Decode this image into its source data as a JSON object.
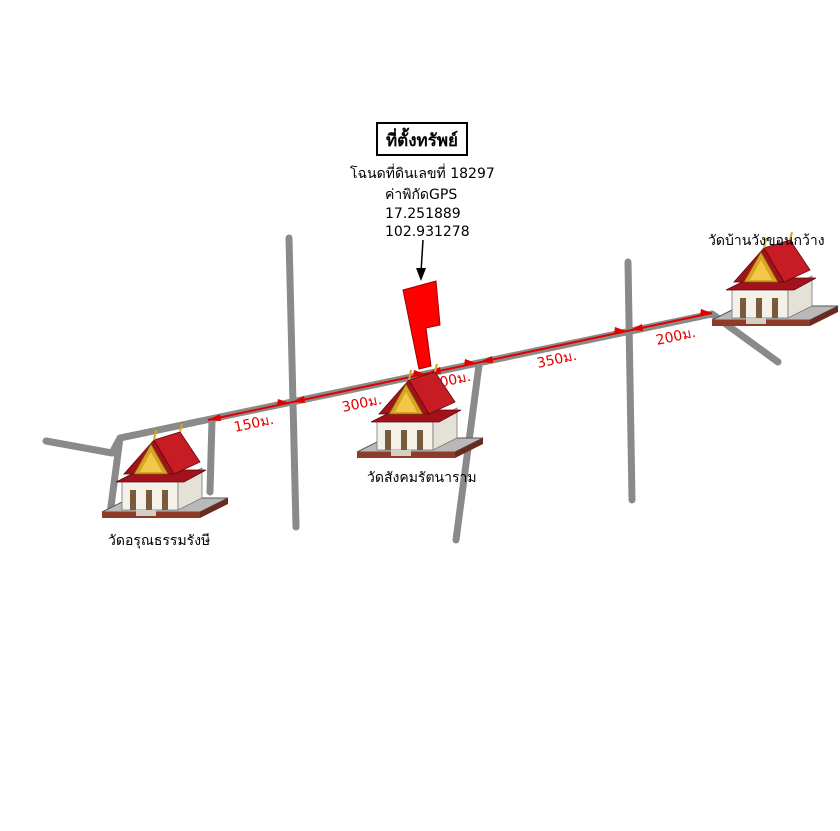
{
  "property": {
    "title": "ที่ตั้งทรัพย์",
    "deed_line": "โฉนดที่ดินเลขที่ 18297",
    "gps_label": "ค่าพิกัดGPS",
    "latitude": "17.251889",
    "longitude": "102.931278",
    "marker_color": "#ff0000"
  },
  "distances": {
    "d1": "150ม.",
    "d2": "300ม.",
    "d3": "100ม.",
    "d4": "350ม.",
    "d5": "200ม."
  },
  "temples": {
    "left": "วัดอรุณธรรมรังษี",
    "center": "วัดสังคมรัตนาราม",
    "right": "วัดบ้านวังขอนกว้าง"
  },
  "colors": {
    "road": "#8a8a8a",
    "measure": "#e00000",
    "temple_roof": "#a3121a",
    "temple_gold": "#d9a520"
  }
}
